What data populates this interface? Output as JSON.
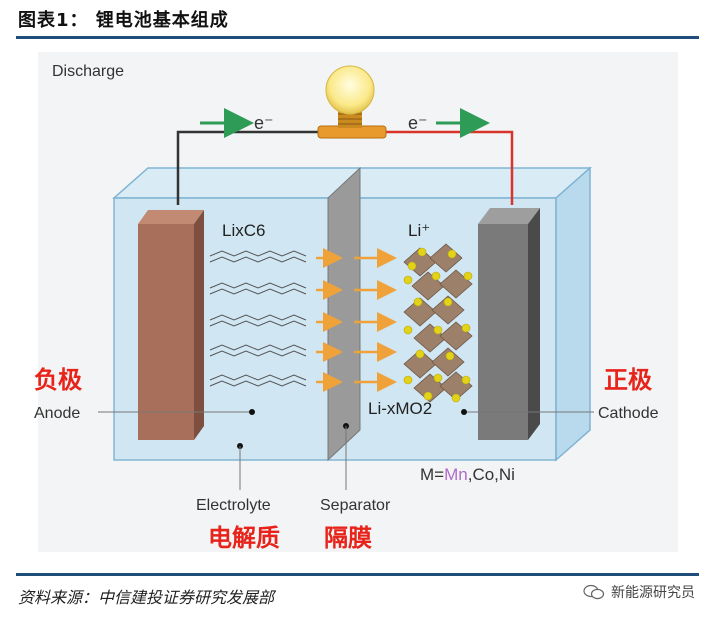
{
  "figure_title": "图表1：    锂电池基本组成",
  "discharge_label": "Discharge",
  "electron_left": "e⁻",
  "electron_right": "e⁻",
  "anode_material": "LixC6",
  "li_ion": "Li⁺",
  "cathode_material": "Li-xMO2",
  "anode_cn": "负极",
  "anode_en": "Anode",
  "cathode_cn": "正极",
  "cathode_en": "Cathode",
  "metal_formula_prefix": "M=",
  "metal_mn": "Mn",
  "metal_rest": ",Co,Ni",
  "electrolyte_en": "Electrolyte",
  "separator_en": "Separator",
  "electrolyte_cn": "电解质",
  "separator_cn": "隔膜",
  "source_text": "资料来源：中信建投证券研究发展部",
  "watermark_text": "新能源研究员",
  "colors": {
    "rule": "#1f4e7a",
    "cn_label": "#e8231a",
    "anode": "#a8705a",
    "cathode": "#7a7a7a",
    "wire_left": "#333333",
    "wire_right": "#d9342b",
    "arrow_green": "#2e9b57",
    "arrow_orange": "#f0a23a",
    "li_dot": "#e3d21a",
    "cell_fill": "#cfe6f3"
  }
}
